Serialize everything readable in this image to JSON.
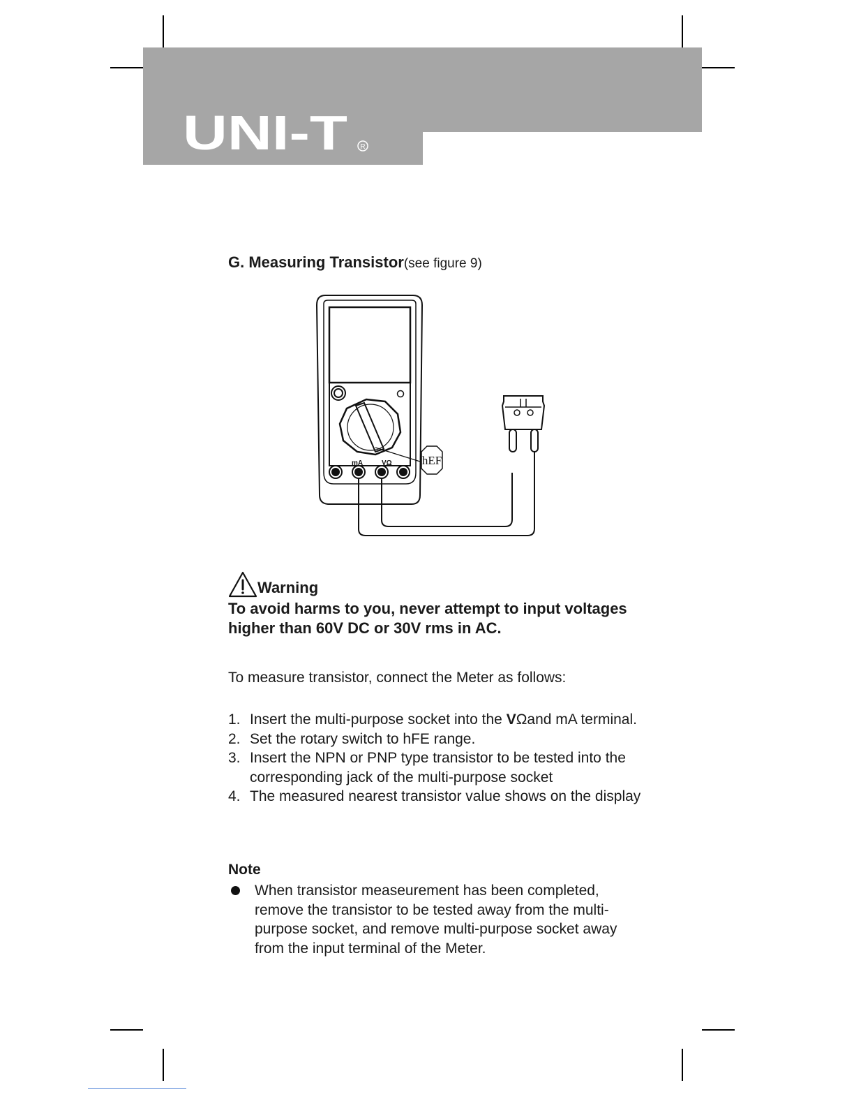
{
  "header": {
    "brand": "UNI-T",
    "registered_mark": "R"
  },
  "section": {
    "title": "G. Measuring Transistor",
    "figure_ref": "(see figure 9)"
  },
  "figure": {
    "terminal_ma": "mA",
    "terminal_v": "VΩ",
    "range_label": "hEF"
  },
  "warning": {
    "title": "Warning",
    "text": "To avoid harms to you, never attempt to input voltages higher than 60V DC or 30V rms in AC."
  },
  "intro": "To measure transistor, connect the Meter as follows:",
  "steps": [
    {
      "num": "1.",
      "pre": "Insert the multi-purpose socket into the ",
      "bold": "V",
      "post": "Ωand mA terminal."
    },
    {
      "num": "2.",
      "text": "Set the rotary switch to hFE range."
    },
    {
      "num": "3.",
      "text": "Insert the NPN or PNP type transistor to be tested into the corresponding jack of the multi-purpose socket"
    },
    {
      "num": "4.",
      "text": "The measured nearest transistor value shows on the display"
    }
  ],
  "note": {
    "title": "Note",
    "items": [
      "When transistor measeurement has been completed, remove the transistor to be tested away from the multi-purpose socket, and remove multi-purpose socket away from the input terminal of the Meter."
    ]
  },
  "colors": {
    "banner": "#a6a6a6",
    "text": "#1a1a1a"
  }
}
